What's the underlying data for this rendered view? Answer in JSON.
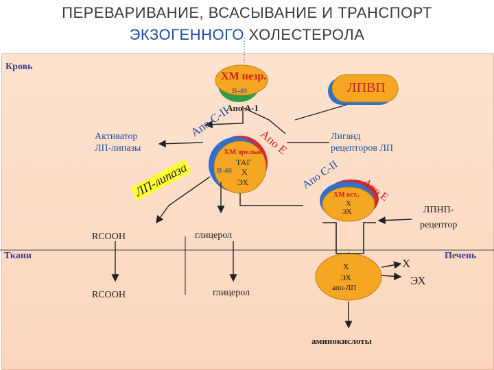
{
  "title": {
    "line1": "ПЕРЕВАРИВАНИЕ, ВСАСЫВАНИЕ И ТРАНСПОРТ",
    "line2_highlight": "ЭКЗОГЕННОГО",
    "line2_rest": " ХОЛЕСТЕРОЛА"
  },
  "regions": {
    "blood": "Кровь",
    "tissues": "Ткани",
    "liver": "Печень"
  },
  "nodes": {
    "hm_nascent": {
      "label": "ХМ незр.",
      "sub": "B-48"
    },
    "apo_a1": "Апо А-1",
    "lpvp": "ЛПВП",
    "activator": [
      "Активатор",
      "ЛП-липазы"
    ],
    "apo_c2_left": "Апо С-II",
    "apo_e_left": "Апо Е",
    "hm_mature": {
      "title": "ХМ зрелые",
      "tag": "ТАГ",
      "b48": "B-48",
      "x": "Х",
      "ex": "ЭХ"
    },
    "lp_lipase": "ЛП-липаза",
    "ligand": [
      "Лиганд",
      "рецепторов ЛП"
    ],
    "apo_c2_right": "Апо С-II",
    "apo_e_right": "Апо Е",
    "hm_remnant": {
      "title": "ХМ ост..",
      "x": "Х",
      "ex": "ЭХ"
    },
    "ldl_receptor": [
      "ЛПНП-",
      "рецептор"
    ],
    "rcooh_blood": "RCOOH",
    "glycerol_blood": "глицерол",
    "rcooh_tissue": "RCOOH",
    "glycerol_tissue": "глицерол",
    "liver_cell": {
      "x": "Х",
      "ex": "ЭХ",
      "apo": "апо-ЛП"
    },
    "liver_out": {
      "x": "Х",
      "ex": "ЭХ"
    },
    "amino_acids": "аминокислоты"
  },
  "colors": {
    "ball_fill": "#f5a623",
    "blue_ring": "#2f6fd0",
    "red_ring": "#d42a2a",
    "green_ring": "#2e9e44",
    "panel": "#fbd6bd",
    "highlight": "#ffff33"
  }
}
